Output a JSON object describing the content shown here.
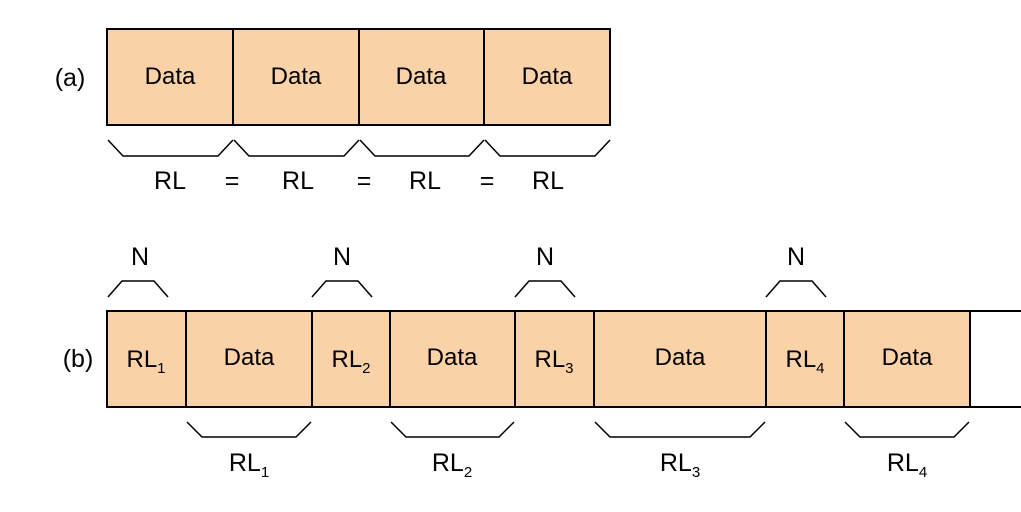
{
  "colors": {
    "cell_fill": "#fad2a8",
    "stroke": "#000000",
    "background": "#ffffff"
  },
  "part_a": {
    "label": "(a)",
    "cells": [
      "Data",
      "Data",
      "Data",
      "Data"
    ],
    "brace_labels": [
      "RL",
      "RL",
      "RL",
      "RL"
    ],
    "separators": [
      "=",
      "=",
      "="
    ]
  },
  "part_b": {
    "label": "(b)",
    "cells": [
      {
        "kind": "header",
        "text": "RL",
        "sub": "1"
      },
      {
        "kind": "data",
        "text": "Data"
      },
      {
        "kind": "header",
        "text": "RL",
        "sub": "2"
      },
      {
        "kind": "data",
        "text": "Data"
      },
      {
        "kind": "header",
        "text": "RL",
        "sub": "3"
      },
      {
        "kind": "data",
        "text": "Data"
      },
      {
        "kind": "header",
        "text": "RL",
        "sub": "4"
      },
      {
        "kind": "data",
        "text": "Data"
      }
    ],
    "top_brace_labels": [
      "N",
      "N",
      "N",
      "N"
    ],
    "bottom_brace_labels": [
      {
        "text": "RL",
        "sub": "1"
      },
      {
        "text": "RL",
        "sub": "2"
      },
      {
        "text": "RL",
        "sub": "3"
      },
      {
        "text": "RL",
        "sub": "4"
      }
    ]
  }
}
